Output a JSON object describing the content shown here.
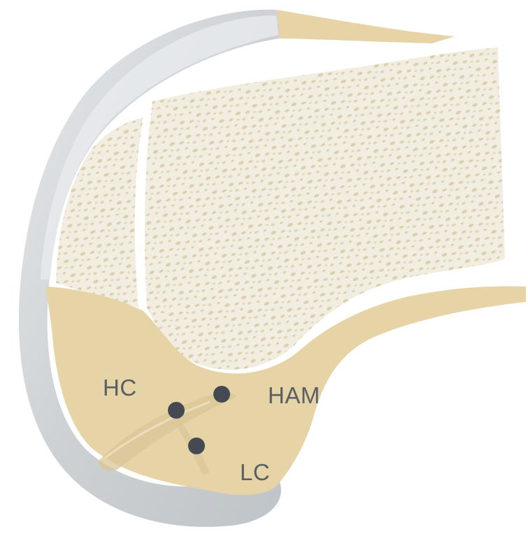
{
  "labels": {
    "hc": "HC",
    "ham": "HAM",
    "lc": "LC"
  },
  "colors": {
    "background": "#ffffff",
    "cartilage": "#cfd3d6",
    "cartilage_light": "#e4e7e9",
    "cortex": "#e6d3a6",
    "cancellous": "#f1ece0",
    "trabecula": "#ddd0ae",
    "marker": "#454a52",
    "label": "#5a5f66"
  },
  "markers": [
    {
      "name": "marker-1"
    },
    {
      "name": "marker-2"
    },
    {
      "name": "marker-3"
    }
  ]
}
